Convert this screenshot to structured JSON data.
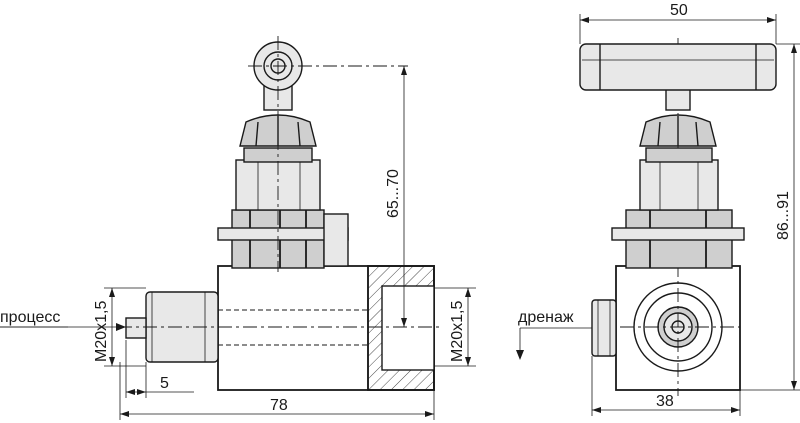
{
  "labels": {
    "process": "процесс",
    "drain": "дренаж"
  },
  "dimensions": {
    "left_thread": "M20x1,5",
    "right_thread": "M20x1,5",
    "left_length": "5",
    "total_length": "78",
    "front_height": "65...70",
    "handle_width": "50",
    "side_height": "86...91",
    "side_width": "38"
  }
}
